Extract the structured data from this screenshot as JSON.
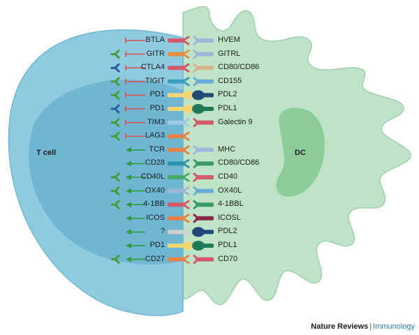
{
  "cells": {
    "t_cell": "T cell",
    "dc": "DC"
  },
  "colors": {
    "t_cell_fill": "#8fcbe0",
    "t_cell_inner": "#6fb6d2",
    "dc_fill": "#bfe3c6",
    "dc_nucleus": "#8ccc98",
    "inhibitory": "#d9534f",
    "stimulatory": "#2f9a3e",
    "antibody_green": "#4a9a3a",
    "antibody_blue": "#2a5aa0"
  },
  "rows": [
    {
      "left": "BTLA",
      "right": "HVEM",
      "signal": "inhibit",
      "antibody": "none",
      "lcolor": "#d25a6a",
      "rcolor": "#9fb6d8"
    },
    {
      "left": "GITR",
      "right": "GITRL",
      "signal": "inhibit",
      "antibody": "green",
      "lcolor": "#e59040",
      "rcolor": "#9fb6d8"
    },
    {
      "left": "CTLA4",
      "right": "CD80/CD86",
      "signal": "inhibit",
      "antibody": "blue",
      "lcolor": "#d25a6a",
      "rcolor": "#d6b48c"
    },
    {
      "left": "TIGIT",
      "right": "CD155",
      "signal": "inhibit",
      "antibody": "green",
      "lcolor": "#3a9fbf",
      "rcolor": "#6aaed6"
    },
    {
      "left": "PD1",
      "right": "PDL2",
      "signal": "inhibit",
      "antibody": "green",
      "lcolor": "#f2d675",
      "rcolor": "#1f4a78"
    },
    {
      "left": "PD1",
      "right": "PDL1",
      "signal": "inhibit",
      "antibody": "blue",
      "lcolor": "#f2d675",
      "rcolor": "#1f7a5a"
    },
    {
      "left": "TIM3",
      "right": "Galectin 9",
      "signal": "inhibit",
      "antibody": "green",
      "lcolor": "#9fcce0",
      "rcolor": "#d25a6a"
    },
    {
      "left": "LAG3",
      "right": "",
      "signal": "inhibit",
      "antibody": "green",
      "lcolor": "#e4844a",
      "rcolor": ""
    },
    {
      "left": "TCR",
      "right": "MHC",
      "signal": "stimulate",
      "antibody": "none",
      "lcolor": "#e4844a",
      "rcolor": "#9fb6d8"
    },
    {
      "left": "CD28",
      "right": "CD80/CD86",
      "signal": "stimulate",
      "antibody": "none",
      "lcolor": "#2a93b0",
      "rcolor": "#3a9a64"
    },
    {
      "left": "CD40L",
      "right": "CD40",
      "signal": "stimulate",
      "antibody": "green",
      "lcolor": "#4aa86a",
      "rcolor": "#d25a6a"
    },
    {
      "left": "OX40",
      "right": "OX40L",
      "signal": "stimulate",
      "antibody": "green",
      "lcolor": "#9fb6d8",
      "rcolor": "#6aaed6"
    },
    {
      "left": "4-1BB",
      "right": "4-1BBL",
      "signal": "stimulate",
      "antibody": "green",
      "lcolor": "#d25a6a",
      "rcolor": "#3a9a64"
    },
    {
      "left": "ICOS",
      "right": "ICOSL",
      "signal": "stimulate",
      "antibody": "none",
      "lcolor": "#e4844a",
      "rcolor": "#8a2a4a"
    },
    {
      "left": "?",
      "right": "PDL2",
      "signal": "stimulate",
      "antibody": "none",
      "lcolor": "#cfcfcf",
      "rcolor": "#1f4a78"
    },
    {
      "left": "PD1",
      "right": "PDL1",
      "signal": "stimulate",
      "antibody": "none",
      "lcolor": "#f2d675",
      "rcolor": "#1f7a5a"
    },
    {
      "left": "CD27",
      "right": "CD70",
      "signal": "stimulate",
      "antibody": "green",
      "lcolor": "#e4844a",
      "rcolor": "#d25a6a"
    }
  ],
  "footer": {
    "brand": "Nature Reviews",
    "separator": "|",
    "journal": "Immunology"
  }
}
